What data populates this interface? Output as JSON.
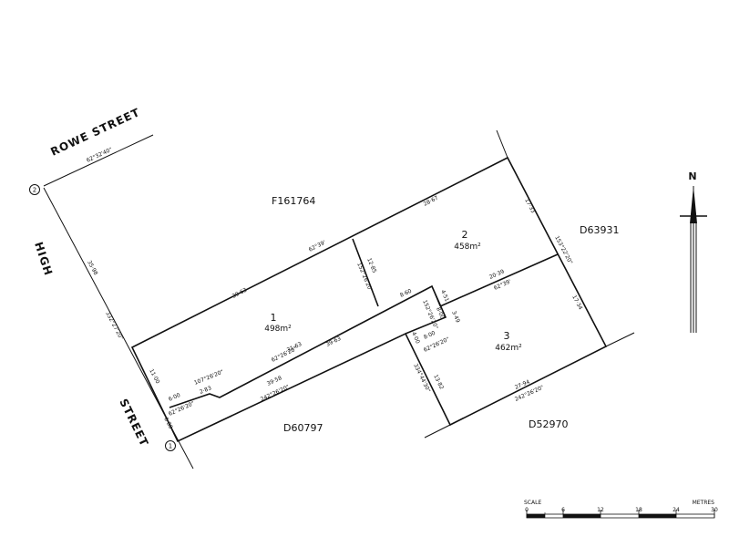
{
  "streets": {
    "rowe": "ROWE STREET",
    "high_1": "HIGH",
    "high_2": "STREET"
  },
  "parcels": {
    "north": "F161764",
    "east": "D63931",
    "south_west": "D60797",
    "south_east": "D52970"
  },
  "lots": [
    {
      "number": "1",
      "area": "498m²"
    },
    {
      "number": "2",
      "area": "458m²"
    },
    {
      "number": "3",
      "area": "462m²"
    }
  ],
  "corner_markers": [
    "1",
    "2"
  ],
  "dimensions": {
    "rowe_bearing": "62°32'40\"",
    "high_upper_length": "35·98",
    "high_bearing": "332°27'20\"",
    "high_mid_length": "11·00",
    "high_lower_length": "6·80",
    "top_length": "28·67",
    "east_upper_length": "17·33",
    "east_bearing": "153°22'20\"",
    "east_lower_length": "17·34",
    "mid_bearing": "62°39'",
    "lot1_top_length": "39·63",
    "lot2_west_length": "12·85",
    "lot2_west_bearing": "152°26'20\"",
    "lot2_lot3_length": "20·39",
    "lot2_lot3_bearing": "62°39'",
    "inner_length_a": "8·60",
    "inner_length_b": "4·51",
    "inner_length_c": "8·00",
    "inner_length_d": "3·49",
    "inner_bearing": "152°26'20\"",
    "handle_upper_length": "31·63",
    "handle_bearing_a": "62°26'20\"",
    "handle_total_length": "39·63",
    "handle_east_length": "4·00",
    "handle_bottom_length": "8·00",
    "handle_bottom_bearing": "62°26'20\"",
    "lot3_west_length": "13·82",
    "lot3_west_bearing": "334°44'30\"",
    "lot3_south_length": "27·94",
    "lot3_south_bearing": "242°26'20\"",
    "notch_length_a": "6·00",
    "notch_bearing": "62°26'20\"",
    "notch_angle": "107°26'20\"",
    "notch_length_b": "2·83",
    "south_length": "39·58",
    "south_bearing": "242°26'20\""
  },
  "north_arrow": "N",
  "scale": {
    "label": "SCALE",
    "units": "METRES",
    "ticks": [
      "0",
      "6",
      "12",
      "18",
      "24",
      "30"
    ]
  }
}
